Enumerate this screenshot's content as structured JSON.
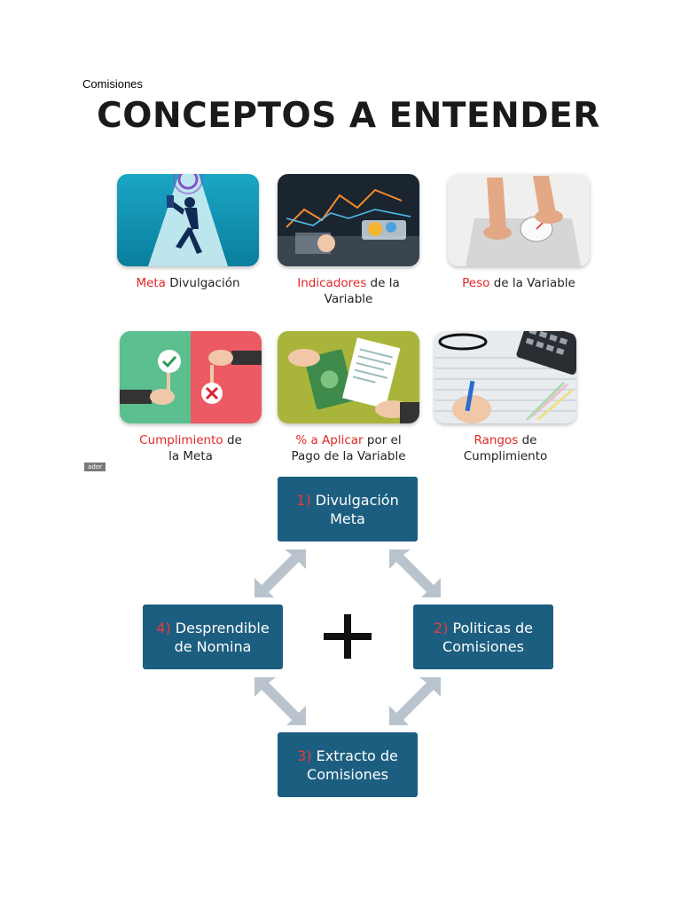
{
  "header": {
    "label": "Comisiones"
  },
  "title": "CONCEPTOS A ENTENDER",
  "tag": "ador",
  "concepts": [
    {
      "highlight": "Meta",
      "rest": " Divulgación",
      "line2": ""
    },
    {
      "highlight": "Indicadores",
      "rest": " de la",
      "line2": "Variable"
    },
    {
      "highlight": "Peso",
      "rest": " de la Variable",
      "line2": ""
    },
    {
      "highlight": "Cumplimiento",
      "rest": " de",
      "line2": "la Meta"
    },
    {
      "highlight": "% a Aplicar",
      "rest": " por el",
      "line2": "Pago de la Variable"
    },
    {
      "highlight": "Rangos",
      "rest": " de",
      "line2": "Cumplimiento"
    }
  ],
  "flow": [
    {
      "num": "1)",
      "line1": "Divulgación",
      "line2": "Meta"
    },
    {
      "num": "2)",
      "line1": "Politicas de",
      "line2": "Comisiones"
    },
    {
      "num": "3)",
      "line1": "Extracto de",
      "line2": "Comisiones"
    },
    {
      "num": "4)",
      "line1": "Desprendible",
      "line2": "de Nomina"
    }
  ],
  "colors": {
    "box": "#1c5e80",
    "highlight": "#e32626",
    "arrow": "#b9c3cd"
  },
  "icons": [
    "plus-icon",
    "check-icon",
    "x-mark-icon",
    "arrow-icon"
  ]
}
